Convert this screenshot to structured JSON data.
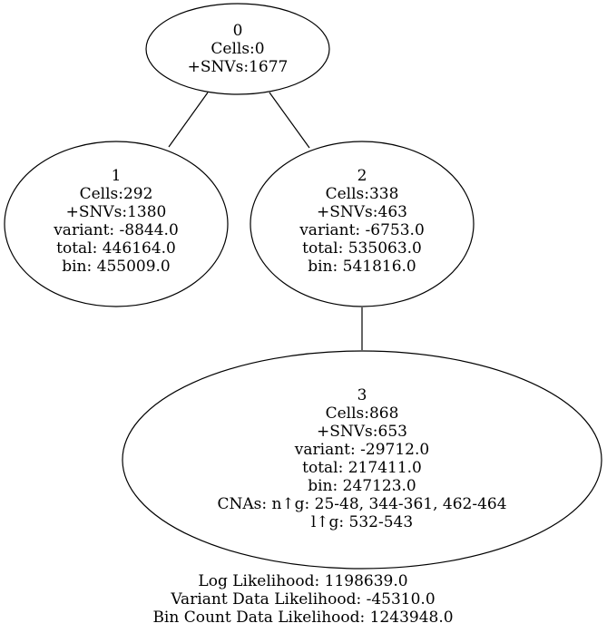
{
  "nodes": [
    {
      "id": "0",
      "lines": [
        "0",
        "Cells:0",
        "+SNVs:1677"
      ]
    },
    {
      "id": "1",
      "lines": [
        "1",
        "Cells:292",
        "+SNVs:1380",
        "variant: -8844.0",
        "total: 446164.0",
        "bin: 455009.0"
      ]
    },
    {
      "id": "2",
      "lines": [
        "2",
        "Cells:338",
        "+SNVs:463",
        "variant: -6753.0",
        "total: 535063.0",
        "bin: 541816.0"
      ]
    },
    {
      "id": "3",
      "lines": [
        "3",
        "Cells:868",
        "+SNVs:653",
        "variant: -29712.0",
        "total: 217411.0",
        "bin: 247123.0",
        "CNAs: n↑g: 25-48, 344-361, 462-464",
        "l↑g: 532-543"
      ]
    }
  ],
  "edges": [
    {
      "from": "0",
      "to": "1"
    },
    {
      "from": "0",
      "to": "2"
    },
    {
      "from": "2",
      "to": "3"
    }
  ],
  "footer": {
    "log_likelihood": "Log Likelihood: 1198639.0",
    "variant_likelihood": "Variant Data Likelihood: -45310.0",
    "bin_count_likelihood": "Bin Count Data Likelihood: 1243948.0"
  }
}
